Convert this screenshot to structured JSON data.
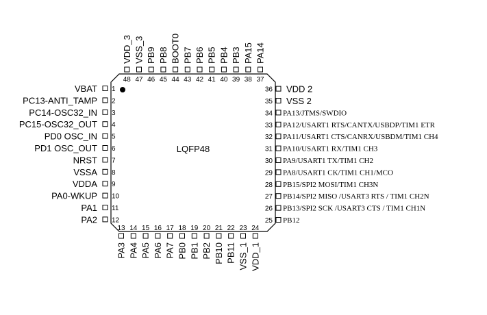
{
  "chip": {
    "package_label": "LQFP48",
    "pin1_marker": "filled-dot"
  },
  "left_pins": [
    {
      "num": "1",
      "name": "VBAT"
    },
    {
      "num": "2",
      "name": "PC13-ANTI_TAMP"
    },
    {
      "num": "3",
      "name": "PC14-OSC32_IN"
    },
    {
      "num": "4",
      "name": "PC15-OSC32_OUT"
    },
    {
      "num": "5",
      "name": "PD0 OSC_IN"
    },
    {
      "num": "6",
      "name": "PD1 OSC_OUT"
    },
    {
      "num": "7",
      "name": "NRST"
    },
    {
      "num": "8",
      "name": "VSSA"
    },
    {
      "num": "9",
      "name": "VDDA"
    },
    {
      "num": "10",
      "name": "PA0-WKUP"
    },
    {
      "num": "11",
      "name": "PA1"
    },
    {
      "num": "12",
      "name": "PA2"
    }
  ],
  "bottom_pins": [
    {
      "num": "13",
      "name": "PA3"
    },
    {
      "num": "14",
      "name": "PA4"
    },
    {
      "num": "15",
      "name": "PA5"
    },
    {
      "num": "16",
      "name": "PA6"
    },
    {
      "num": "17",
      "name": "PA7"
    },
    {
      "num": "18",
      "name": "PB0"
    },
    {
      "num": "19",
      "name": "PB1"
    },
    {
      "num": "20",
      "name": "PB2"
    },
    {
      "num": "21",
      "name": "PB10"
    },
    {
      "num": "22",
      "name": "PB11"
    },
    {
      "num": "23",
      "name": "VSS_1"
    },
    {
      "num": "24",
      "name": "VDD_1"
    }
  ],
  "right_pins": [
    {
      "num": "25",
      "name": "PB12"
    },
    {
      "num": "26",
      "name": "PB13/SPI2  SCK /USART3  CTS / TIM1  CH1N"
    },
    {
      "num": "27",
      "name": "PB14/SPI2  MISO /USART3  RTS / TIM1  CH2N"
    },
    {
      "num": "28",
      "name": "PB15/SPI2  MOSI/TIM1  CH3N"
    },
    {
      "num": "29",
      "name": "PA8/USART1  CK/TIM1  CH1/MCO"
    },
    {
      "num": "30",
      "name": "PA9/USART1  TX/TIM1  CH2"
    },
    {
      "num": "31",
      "name": "PA10/USART1  RX/TIM1  CH3"
    },
    {
      "num": "32",
      "name": "PA11/USART1  CTS/CANRX/USBDM/TIM1  CH4"
    },
    {
      "num": "33",
      "name": "PA12/USART1  RTS/CANTX/USBDP/TIM1  ETR"
    },
    {
      "num": "34",
      "name": "PA13/JTMS/SWDIO"
    },
    {
      "num": "35",
      "name": "VSS_2"
    },
    {
      "num": "36",
      "name": "VDD_2"
    }
  ],
  "top_pins": [
    {
      "num": "37",
      "name": "PA14"
    },
    {
      "num": "38",
      "name": "PA15"
    },
    {
      "num": "39",
      "name": "PB3"
    },
    {
      "num": "40",
      "name": "PB4"
    },
    {
      "num": "41",
      "name": "PB5"
    },
    {
      "num": "42",
      "name": "PB6"
    },
    {
      "num": "43",
      "name": "PB7"
    },
    {
      "num": "44",
      "name": "BOOT0"
    },
    {
      "num": "45",
      "name": "PB8"
    },
    {
      "num": "46",
      "name": "PB9"
    },
    {
      "num": "47",
      "name": "VSS_3"
    },
    {
      "num": "48",
      "name": "VDD_3"
    }
  ]
}
